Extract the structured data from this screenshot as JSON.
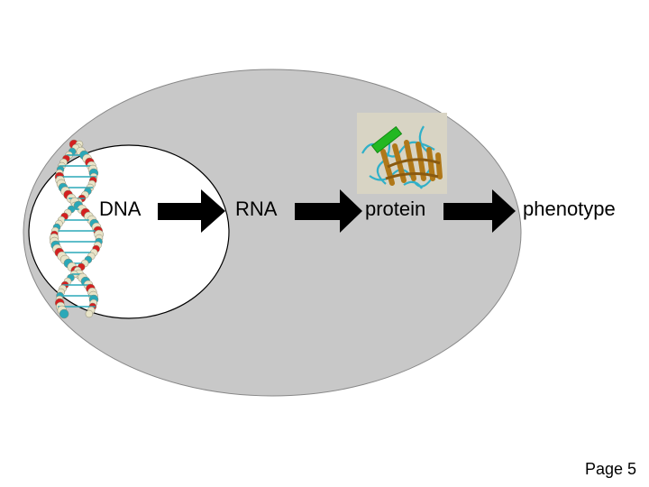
{
  "diagram": {
    "labels": {
      "dna": "DNA",
      "rna": "RNA",
      "protein": "protein",
      "phenotype": "phenotype"
    },
    "colors": {
      "cell_fill": "#c8c8c8",
      "nucleus_fill": "#ffffff",
      "arrow": "#000000",
      "dna_atom_light": "#e8e4c8",
      "dna_atom_red": "#d42020",
      "dna_backbone": "#2aa8b8",
      "protein_sheet": "#b07818",
      "protein_coil": "#30b0c8",
      "protein_helix": "#22b822"
    },
    "icons": {
      "dna": "dna-double-helix-icon",
      "protein": "protein-structure-icon"
    }
  },
  "footer": {
    "page_label": "Page 5"
  }
}
